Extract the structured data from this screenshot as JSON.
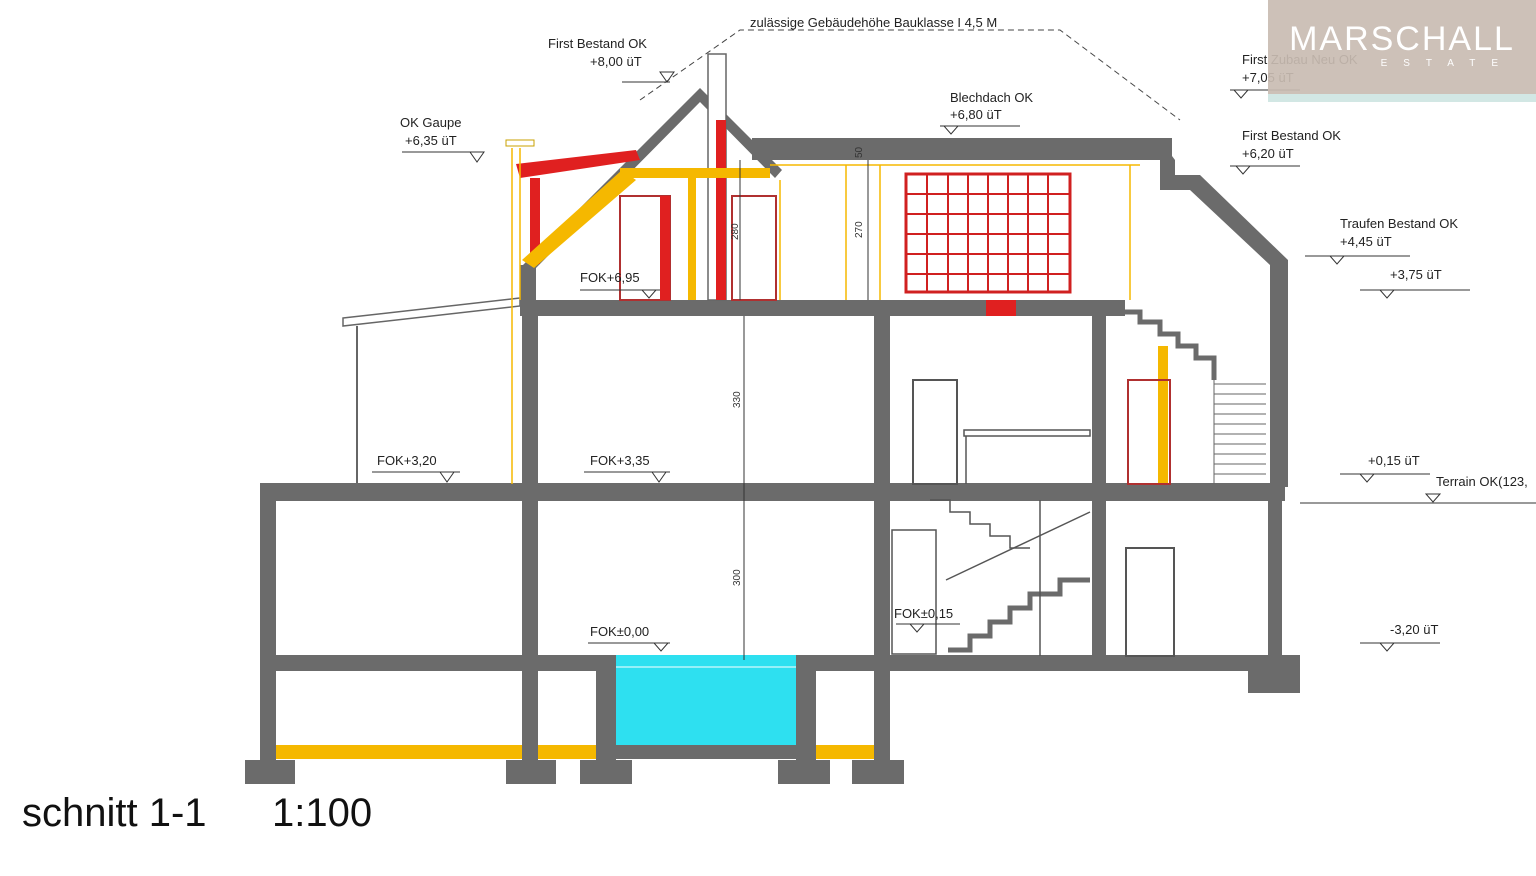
{
  "drawing": {
    "title": "schnitt 1-1",
    "scale": "1:100",
    "labels": {
      "max_height": "zulässige Gebäudehöhe Bauklasse I 4,5 M",
      "first_bestand_ok": "First Bestand  OK",
      "first_bestand_val": "+8,00 üT",
      "first_zubau": "First Zubau Neu  OK",
      "first_zubau_val": "+7,05 üT",
      "ok_gaupe": "OK Gaupe",
      "ok_gaupe_val": "+6,35 üT",
      "blechdach": "Blechdach  OK",
      "blechdach_val": "+6,80 üT",
      "first_bestand2": "First Bestand  OK",
      "first_bestand2_val": "+6,20 üT",
      "traufen": "Traufen Bestand  OK",
      "traufen_val": "+4,45 üT",
      "level_375": "+3,75 üT",
      "level_015": "+0,15 üT",
      "terrain": "Terrain OK(123,",
      "level_m320": "-3,20 üT",
      "fok_695": "FOK+6,95",
      "fok_320": "FOK+3,20",
      "fok_335": "FOK+3,35",
      "fok_000": "FOK±0,00",
      "fok_015": "FOK±0,15"
    },
    "dimensions": {
      "d280": "280",
      "d50": "50",
      "d270": "270",
      "d330": "330",
      "d300": "300"
    },
    "colors": {
      "wall": "#6b6b6b",
      "new_construction": "#f5b800",
      "demolition": "#e02020",
      "pool": "#2ee0f0"
    }
  },
  "logo": {
    "name": "MARSCHALL",
    "sub": "ESTATE"
  }
}
